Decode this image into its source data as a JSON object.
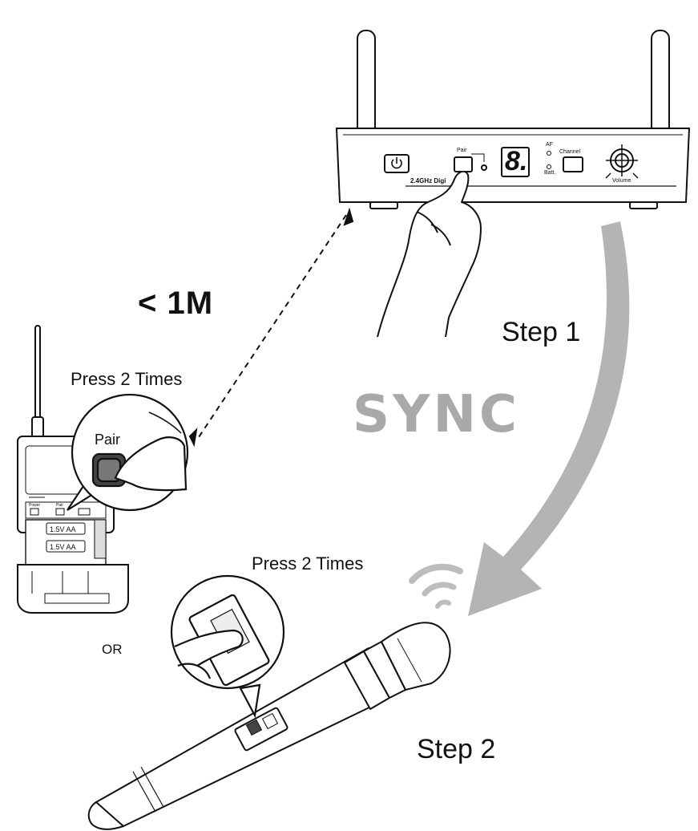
{
  "labels": {
    "distance": "< 1M",
    "step1": "Step 1",
    "step2": "Step 2",
    "sync": "SYNC",
    "press_bodypack": "Press 2 Times",
    "press_mic": "Press 2 Times",
    "or": "OR",
    "pair_callout": "Pair"
  },
  "receiver": {
    "pair": "Pair",
    "band": "2.4GHz Digi",
    "af": "AF",
    "batt": "Batt.",
    "channel": "Channel",
    "volume": "Volume",
    "display_digit": "8."
  },
  "bodypack": {
    "power": "Power",
    "pair": "Pair",
    "battery_1": "1.5V AA",
    "battery_2": "1.5V AA"
  },
  "colors": {
    "ink": "#111111",
    "sync_text": "#a9a9a9",
    "arrow": "#b4b4b4",
    "device_fill": "#ffffff"
  },
  "icons": [
    "power-icon",
    "antenna-icon",
    "volume-knob-icon",
    "wireless-signal-icon",
    "curved-arrow-icon",
    "dashed-double-arrow-icon",
    "hand-icon"
  ]
}
